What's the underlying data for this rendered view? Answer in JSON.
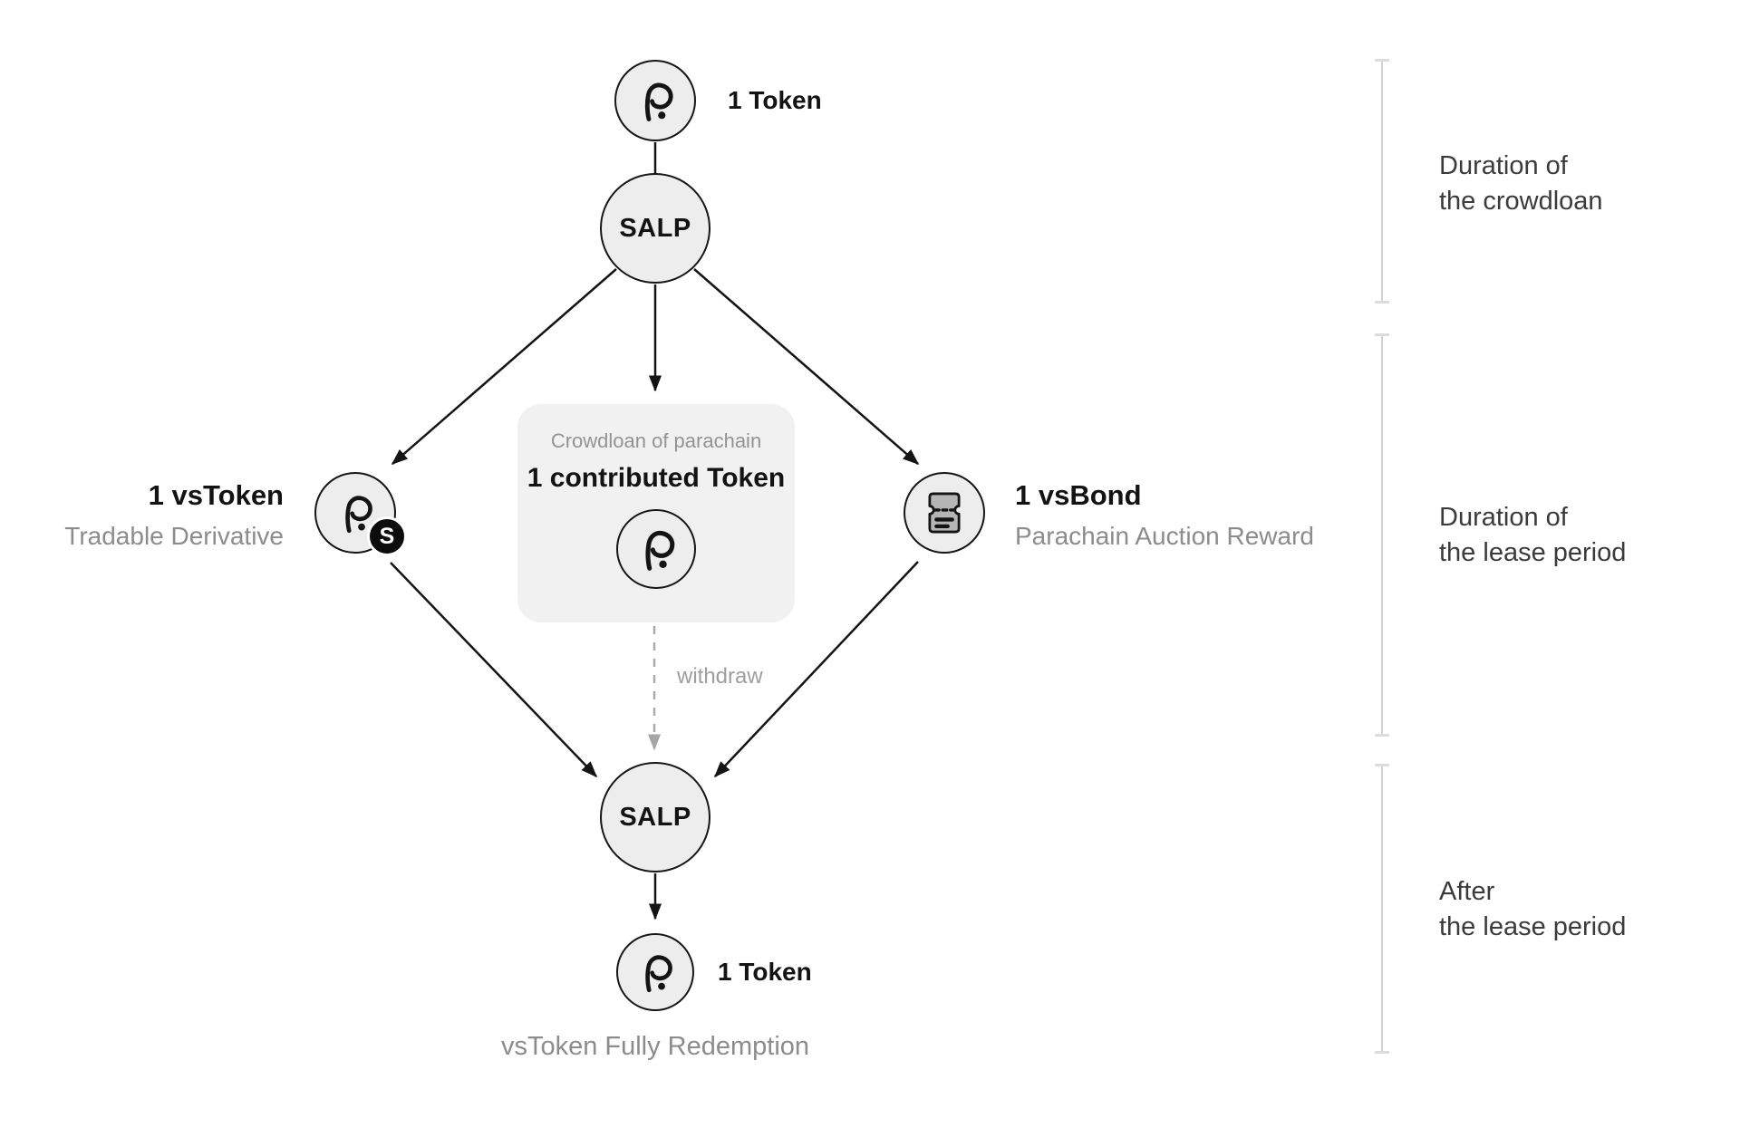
{
  "diagram": {
    "top": {
      "token_label": "1 Token",
      "salp_label": "SALP"
    },
    "vstoken": {
      "title": "1 vsToken",
      "subtitle": "Tradable Derivative",
      "badge_letter": "S"
    },
    "crowdloan_box": {
      "caption": "Crowdloan of parachain",
      "title": "1 contributed Token"
    },
    "vsbond": {
      "title": "1 vsBond",
      "subtitle": "Parachain Auction Reward"
    },
    "withdraw_label": "withdraw",
    "bottom": {
      "salp_label": "SALP",
      "token_label": "1 Token",
      "caption": "vsToken Fully Redemption"
    }
  },
  "timeline": {
    "sections": [
      {
        "line1": "Duration of",
        "line2": "the crowdloan"
      },
      {
        "line1": "Duration of",
        "line2": "the lease period"
      },
      {
        "line1": "After",
        "line2": "the lease period"
      }
    ]
  },
  "icons": {
    "token": "polkadot-icon",
    "vstoken_badge": "s-badge-icon",
    "vsbond": "bond-ticket-icon"
  },
  "colors": {
    "node_fill": "#ededed",
    "node_border": "#161616",
    "box_fill": "#f1f1f1",
    "line": "#141414",
    "muted_text": "#8c8c8c",
    "withdraw_line": "#ababab",
    "bracket_line": "#d2d2d2"
  }
}
